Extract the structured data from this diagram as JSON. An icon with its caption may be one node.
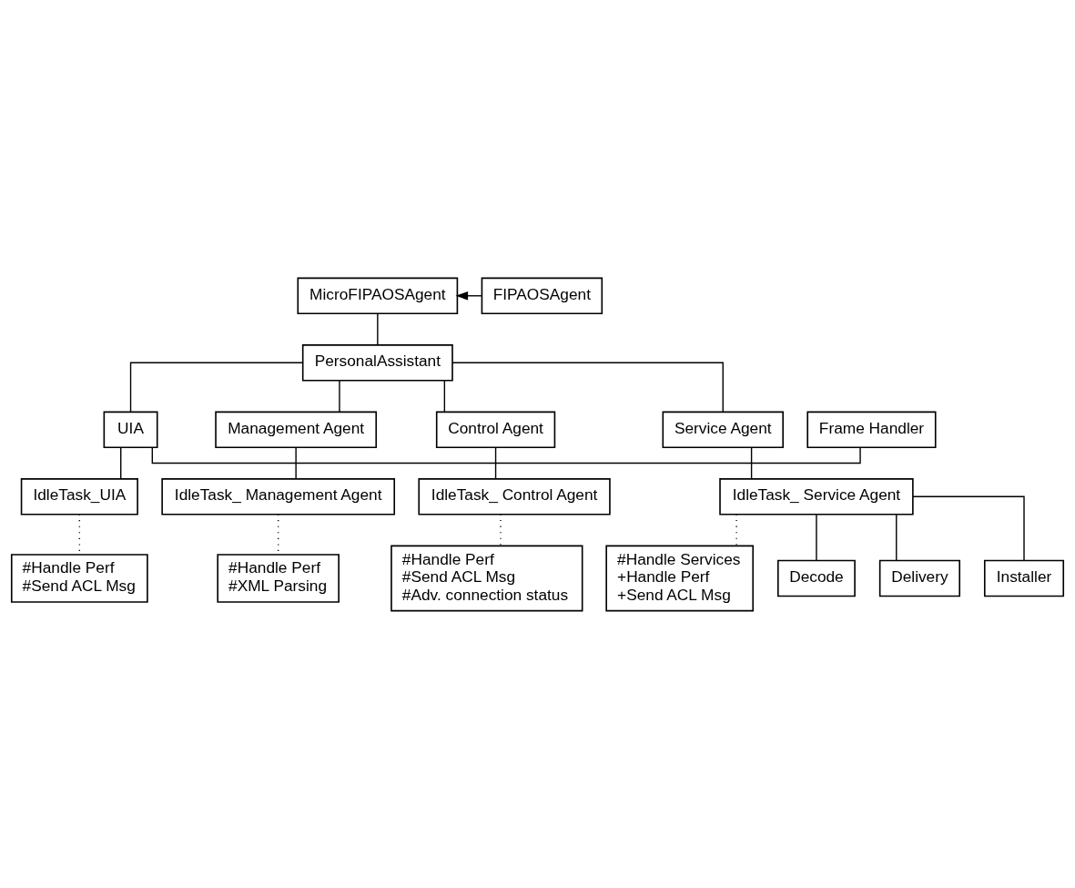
{
  "diagram": {
    "nodes": [
      {
        "text": [
          "MicroFIPAOSAgent"
        ]
      },
      {
        "text": [
          "FIPAOSAgent"
        ]
      },
      {
        "text": [
          "PersonalAssistant"
        ]
      },
      {
        "text": [
          "Frame Handler"
        ]
      },
      {
        "text": [
          "UIA"
        ]
      },
      {
        "text": [
          "Management Agent"
        ]
      },
      {
        "text": [
          "Control Agent"
        ]
      },
      {
        "text": [
          "Service Agent"
        ]
      },
      {
        "text": [
          "IdleTask_UIA"
        ]
      },
      {
        "text": [
          "IdleTask_ Management Agent"
        ]
      },
      {
        "text": [
          "IdleTask_ Control Agent"
        ]
      },
      {
        "text": [
          "IdleTask_ Service Agent"
        ]
      },
      {
        "text": [
          "#Handle Perf",
          "#Send ACL Msg"
        ]
      },
      {
        "text": [
          "#Handle Perf",
          "#XML Parsing"
        ]
      },
      {
        "text": [
          "#Handle Perf",
          "#Send ACL Msg",
          "#Adv. connection status"
        ]
      },
      {
        "text": [
          "#Handle Services",
          "+Handle Perf",
          "+Send ACL Msg"
        ]
      },
      {
        "text": [
          "Decode"
        ]
      },
      {
        "text": [
          "Delivery"
        ]
      },
      {
        "text": [
          "Installer"
        ]
      }
    ],
    "edges": [
      {
        "from": 1,
        "to": 0,
        "arrow": "to"
      },
      {
        "from": 0,
        "to": 2,
        "arrow": "none"
      },
      {
        "from": 2,
        "to": 4,
        "arrow": "none"
      },
      {
        "from": 2,
        "to": 5,
        "arrow": "none"
      },
      {
        "from": 2,
        "to": 6,
        "arrow": "none"
      },
      {
        "from": 2,
        "to": 7,
        "arrow": "none"
      },
      {
        "from": 3,
        "to": 4,
        "arrow": "none"
      },
      {
        "from": 4,
        "to": 8,
        "arrow": "none"
      },
      {
        "from": 5,
        "to": 9,
        "arrow": "none"
      },
      {
        "from": 6,
        "to": 10,
        "arrow": "none"
      },
      {
        "from": 7,
        "to": 11,
        "arrow": "none"
      },
      {
        "from": 8,
        "to": 12,
        "arrow": "none",
        "style": "dashed"
      },
      {
        "from": 9,
        "to": 13,
        "arrow": "none",
        "style": "dashed"
      },
      {
        "from": 10,
        "to": 14,
        "arrow": "none",
        "style": "dashed"
      },
      {
        "from": 11,
        "to": 15,
        "arrow": "none",
        "style": "dashed"
      },
      {
        "from": 11,
        "to": 16,
        "arrow": "none"
      },
      {
        "from": 11,
        "to": 17,
        "arrow": "none"
      },
      {
        "from": 11,
        "to": 18,
        "arrow": "none"
      }
    ]
  }
}
